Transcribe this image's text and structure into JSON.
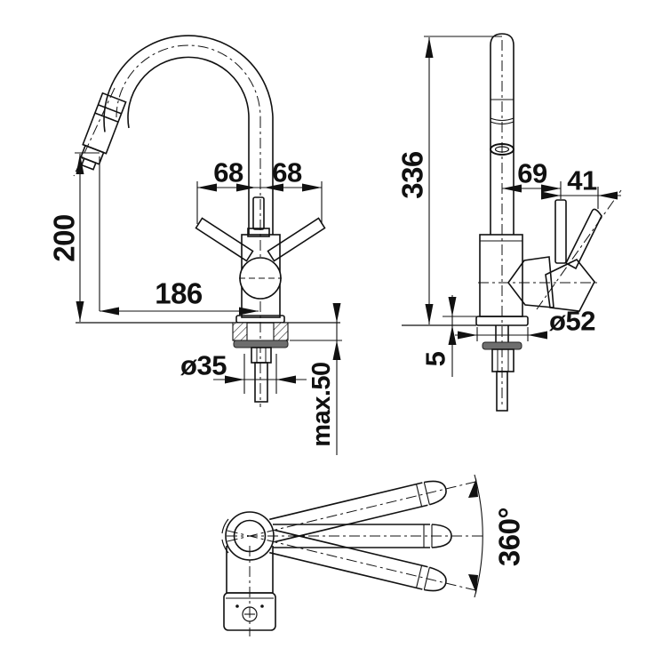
{
  "drawing": {
    "type": "technical-dimension-drawing",
    "subject": "kitchen-faucet",
    "background": "#ffffff",
    "line_color": "#111111",
    "washer_color": "#6e6e6e",
    "views": {
      "front": {
        "dims": {
          "handle_span_left": "68",
          "handle_span_right": "68",
          "spout_height": "200",
          "spout_reach": "186",
          "mounting_hole_diameter": "ø35",
          "max_counter_thickness": "max.50"
        }
      },
      "side": {
        "dims": {
          "total_height": "336",
          "handle_offset": "69",
          "handle_travel": "41",
          "base_diameter": "ø52",
          "base_plate_height": "5"
        }
      },
      "top": {
        "dims": {
          "swivel_range": "360°"
        }
      }
    }
  }
}
